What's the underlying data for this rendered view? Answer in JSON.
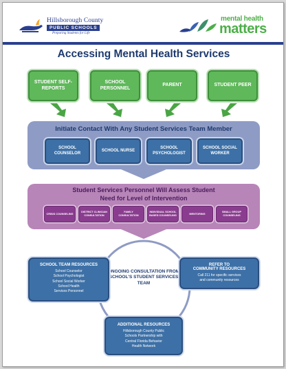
{
  "header": {
    "district_name": "Hillsborough County",
    "district_bar": "PUBLIC SCHOOLS",
    "district_tagline": "Preparing Students for Life",
    "brand_top": "mental health",
    "brand_bottom": "matters"
  },
  "title": "Accessing Mental Health Services",
  "referral_sources": [
    "STUDENT SELF-REPORTS",
    "SCHOOL PERSONNEL",
    "PARENT",
    "STUDENT PEER"
  ],
  "contact_step": {
    "title": "Initiate Contact With Any Student Services Team Member",
    "members": [
      "SCHOOL COUNSELOR",
      "SCHOOL NURSE",
      "SCHOOL PSYCHOLOGIST",
      "SCHOOL SOCIAL WORKER"
    ]
  },
  "assess_step": {
    "title": "Student Services Personnel Will Assess Student Need for Level of Intervention",
    "interventions": [
      "CRISIS COUNSELING",
      "DISTRICT CLINICIAN CONSULTATION",
      "FAMILY CONSULTATION",
      "INDIVIDUAL SCHOOL BASED COUNSELING",
      "MENTORING",
      "SMALL GROUP COUNSELING"
    ]
  },
  "center_label": "ONGOING CONSULTATION FROM SCHOOL'S STUDENT SERVICES TEAM",
  "school_team": {
    "heading": "SCHOOL TEAM RESOURCES",
    "items": [
      "School Counselor",
      "School Psychologist",
      "School Social Worker",
      "School Health",
      "Services Personnel"
    ]
  },
  "community": {
    "heading_1": "REFER TO",
    "heading_2": "COMMUNITY RESOURCES",
    "line_1": "Call 211 for specific services",
    "line_2": "and community resources"
  },
  "additional": {
    "heading": "ADDITIONAL RESOURCES",
    "line_1": "Hillsborough County Public",
    "line_2": "Schools Partnership with",
    "line_3": "Central Florida Behavior",
    "line_4": "Health Network"
  },
  "colors": {
    "navy": "#1e3a6e",
    "green": "#5fb85a",
    "blue_band": "#8e9bc4",
    "blue_box": "#3d70a6",
    "purple_band": "#b885b8",
    "purple_box": "#8a3d8f"
  }
}
